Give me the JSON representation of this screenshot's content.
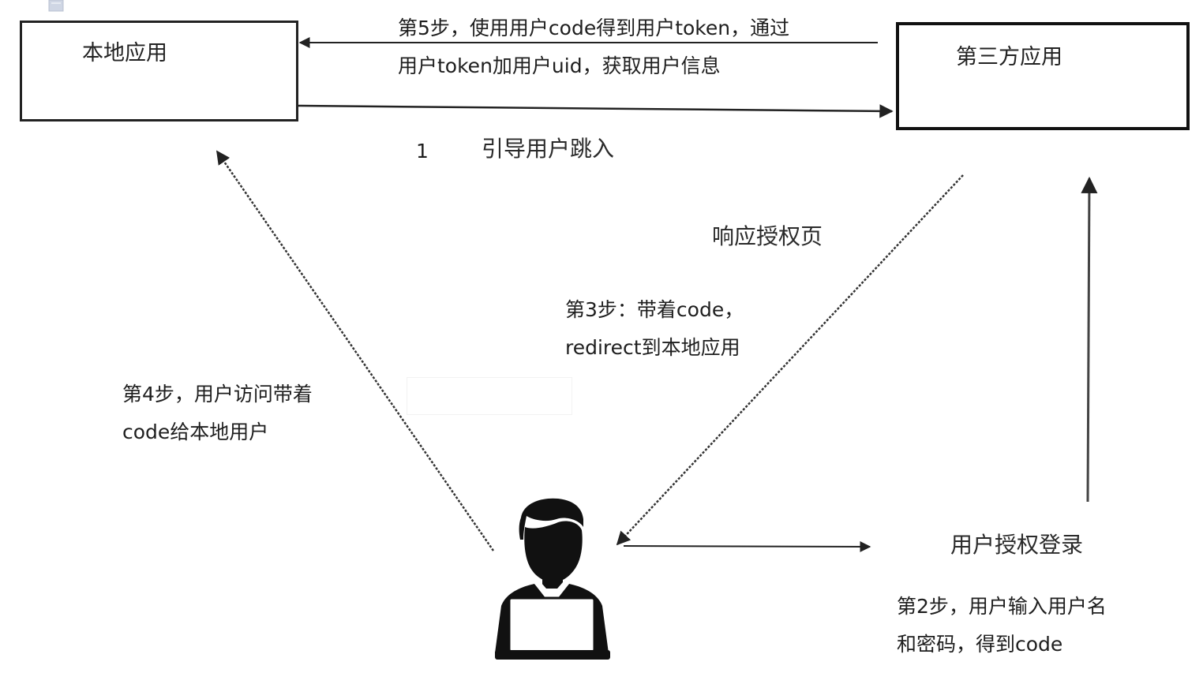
{
  "nodes": {
    "local_app": "本地应用",
    "third_party_app": "第三方应用"
  },
  "labels": {
    "step1_number": "1",
    "step1_text": "引导用户跳入",
    "response_auth_page": "响应授权页",
    "user_auth_login": "用户授权登录",
    "step2_line1": "第2步，用户输入用户名",
    "step2_line2": "和密码，得到code",
    "step3_line1": "第3步：带着code，",
    "step3_line2": "redirect到本地应用",
    "step4_line1": "第4步，用户访问带着",
    "step4_line2": "code给本地用户",
    "step5_line1": "第5步，使用用户code得到用户token，通过",
    "step5_line2": "用户token加用户uid，获取用户信息"
  },
  "icons": {
    "user": "user-at-laptop-icon"
  },
  "colors": {
    "line": "#222222",
    "text": "#1e1e1e",
    "background": "#ffffff"
  }
}
